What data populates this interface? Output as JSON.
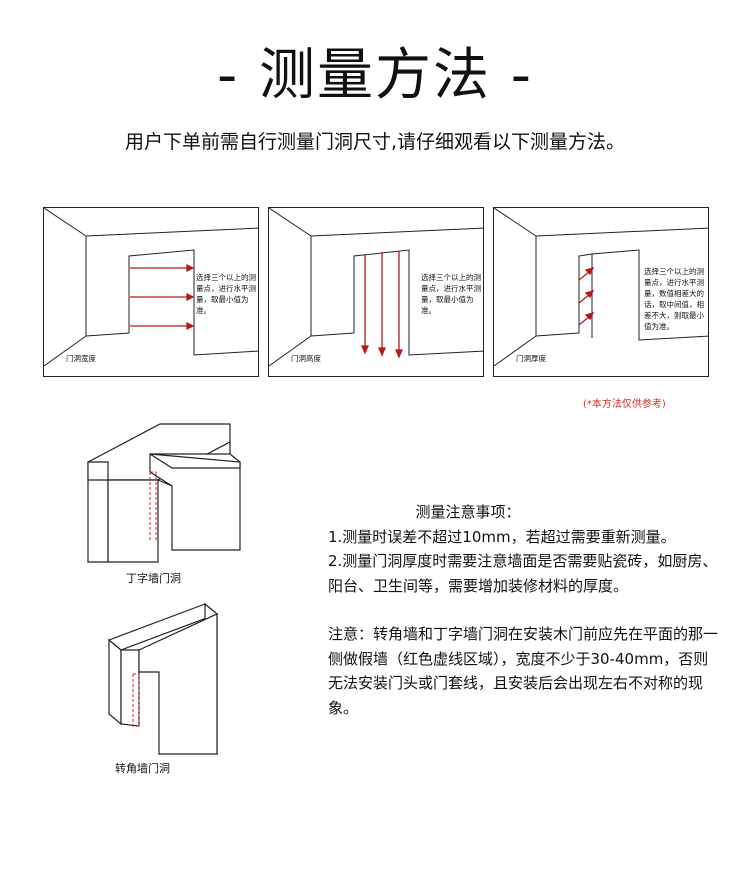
{
  "header": {
    "title": "- 测量方法 -",
    "subtitle": "用户下单前需自行测量门洞尺寸,请仔细观看以下测量方法。"
  },
  "panels": [
    {
      "caption": "门洞宽度",
      "note": "选择三个以上的测量点，进行水平测量，取最小值为准。"
    },
    {
      "caption": "门洞高度",
      "note": "选择三个以上的测量点，进行水平测量，取最小值为准。"
    },
    {
      "caption": "门洞厚度",
      "note": "选择三个以上的测量点，进行水平测量，数值相差大的话，取中间值，相差不大，则取最小值为准。"
    }
  ],
  "disclaimer": "(*本方法仅供参考)",
  "diagrams": [
    {
      "caption": "丁字墙门洞"
    },
    {
      "caption": "转角墙门洞"
    }
  ],
  "notes": {
    "title": "测量注意事项：",
    "item1": "1.测量时误差不超过10mm，若超过需要重新测量。",
    "item2": "2.测量门洞厚度时需要注意墙面是否需要贴瓷砖，如厨房、阳台、卫生间等，需要增加装修材料的厚度。",
    "warning": "注意：转角墙和丁字墙门洞在安装木门前应先在平面的那一侧做假墙（红色虚线区域），宽度不少于30-40mm，否则无法安装门头或门套线，且安装后会出现左右不对称的现象。"
  },
  "colors": {
    "arrow": "#b31b1b",
    "dashed": "#d0302a",
    "line": "#222222"
  }
}
